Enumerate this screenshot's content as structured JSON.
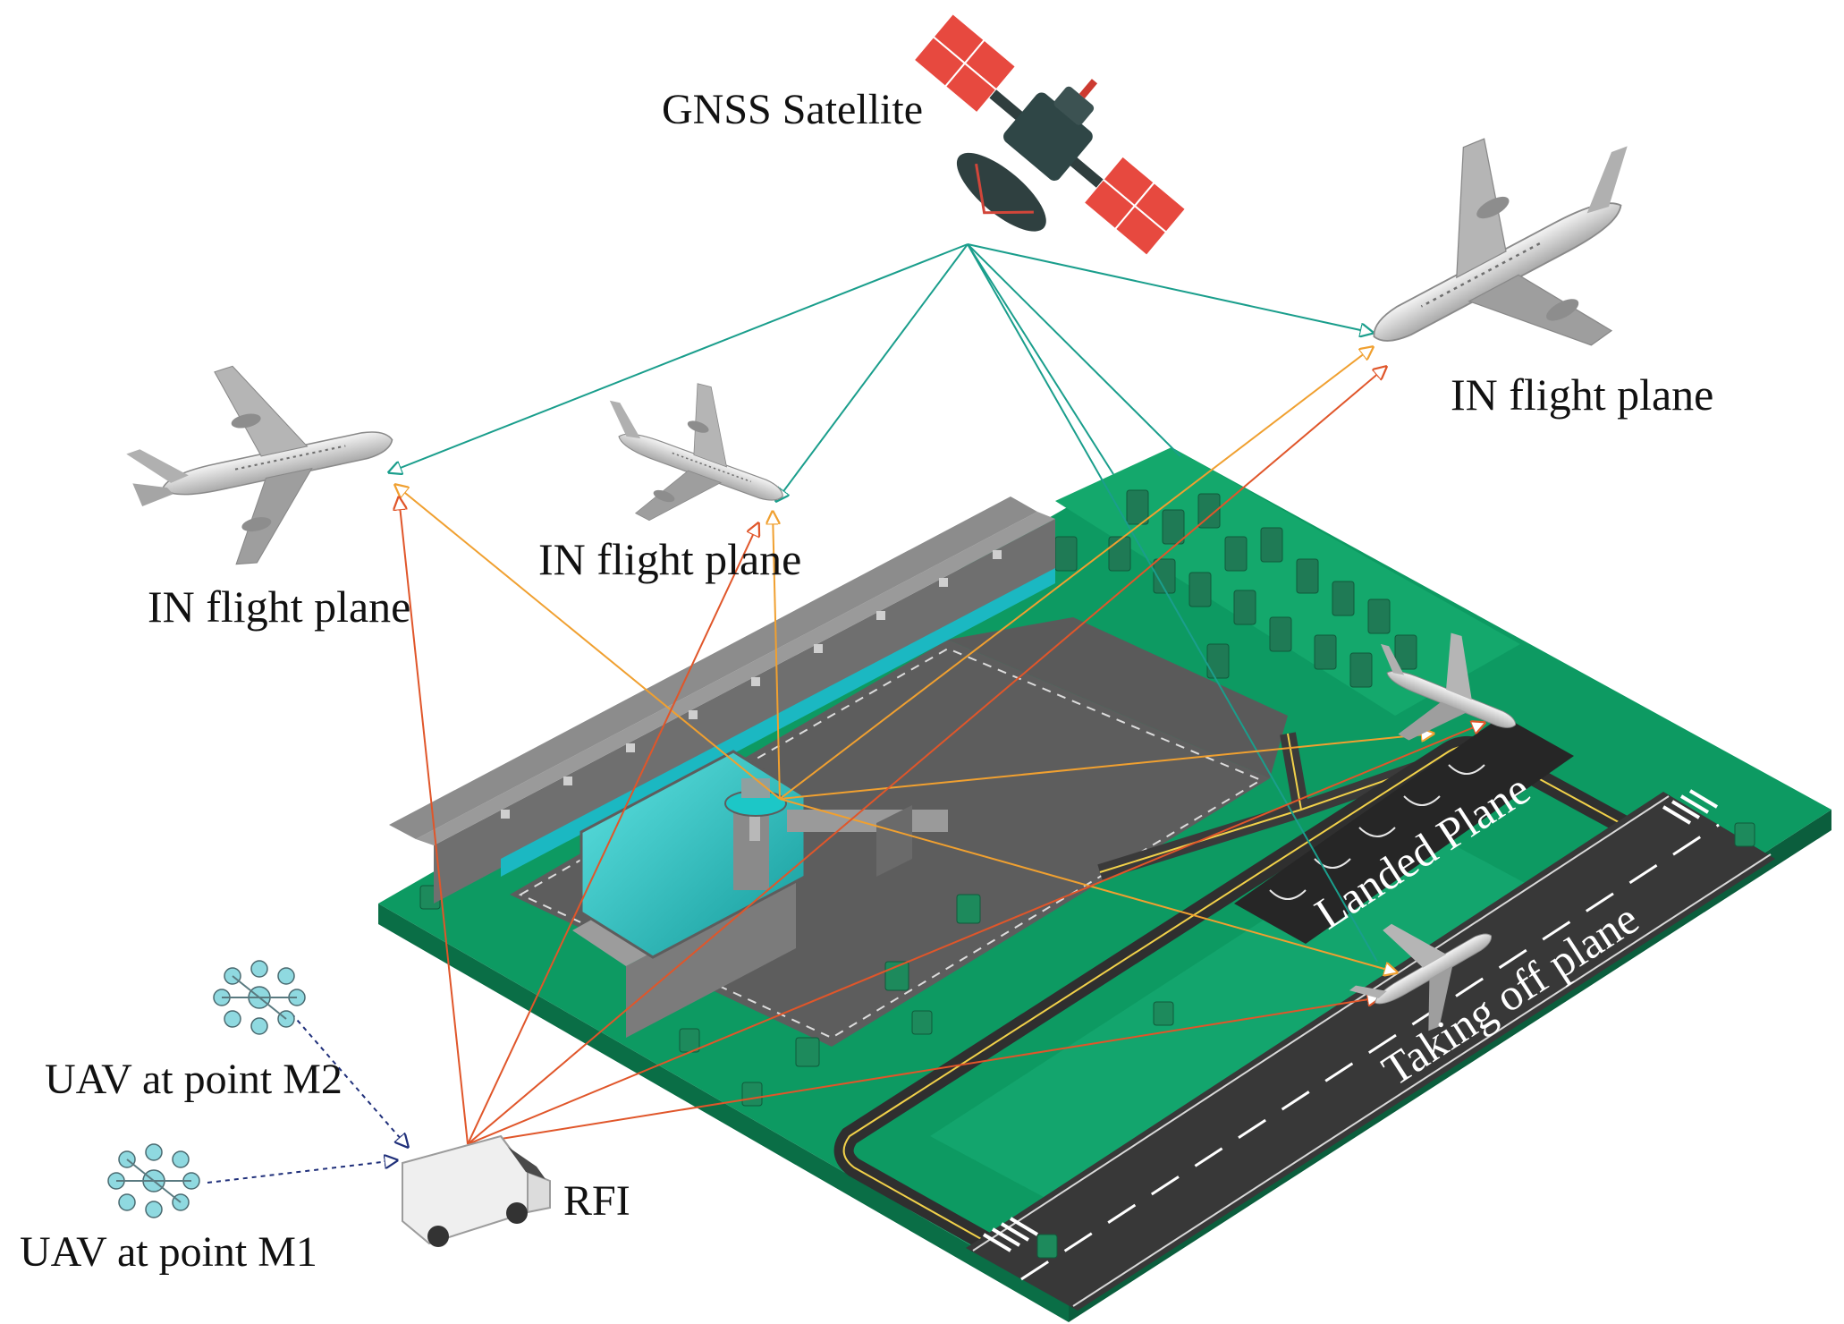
{
  "labels": {
    "satellite": "GNSS Satellite",
    "plane_left": "IN flight plane",
    "plane_middle": "IN flight plane",
    "plane_right": "IN flight plane",
    "landed": "Landed Plane",
    "taking_off": "Taking off plane",
    "uav_m2": "UAV at point M2",
    "uav_m1": "UAV at point M1",
    "rfi": "RFI"
  },
  "colors": {
    "gnss_signal": "#1a9e8c",
    "ground_signal": "#f0a030",
    "interference_signal": "#e0562a",
    "uav_link": "#1f2f7a",
    "board_green": "#0d9a62",
    "apron_gray": "#5d5d5d",
    "terminal_gray": "#7a7a7a",
    "glass_cyan": "#1cc7c7"
  }
}
